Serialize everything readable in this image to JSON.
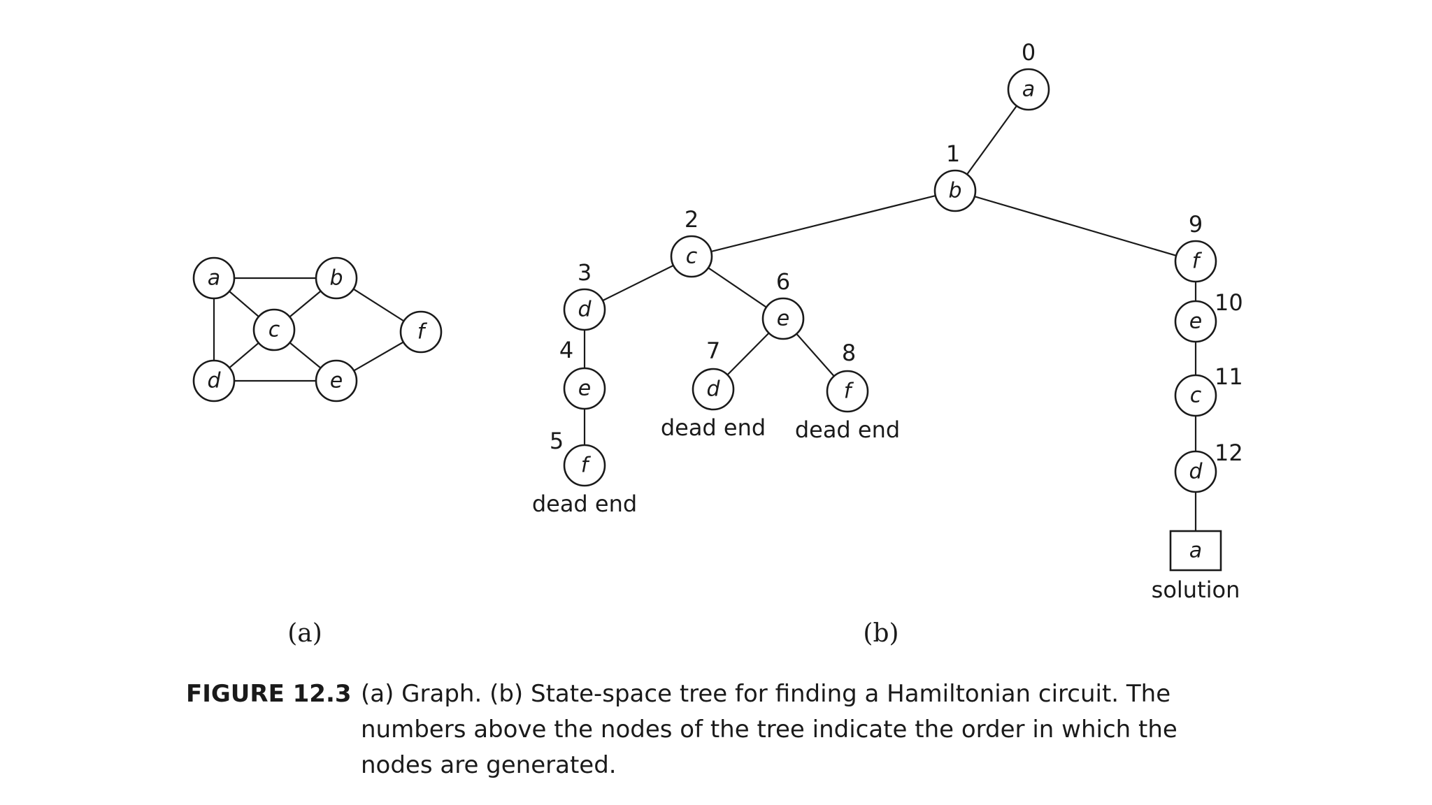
{
  "graph": {
    "panel_label": "(a)",
    "nodes": [
      {
        "id": "a",
        "label": "a"
      },
      {
        "id": "b",
        "label": "b"
      },
      {
        "id": "c",
        "label": "c"
      },
      {
        "id": "d",
        "label": "d"
      },
      {
        "id": "e",
        "label": "e"
      },
      {
        "id": "f",
        "label": "f"
      }
    ],
    "edges": [
      [
        "a",
        "b"
      ],
      [
        "a",
        "c"
      ],
      [
        "a",
        "d"
      ],
      [
        "b",
        "c"
      ],
      [
        "b",
        "f"
      ],
      [
        "c",
        "d"
      ],
      [
        "c",
        "e"
      ],
      [
        "d",
        "e"
      ],
      [
        "e",
        "f"
      ]
    ]
  },
  "tree": {
    "panel_label": "(b)",
    "nodes": [
      {
        "id": "t0",
        "label": "a",
        "order": "0",
        "parent": null
      },
      {
        "id": "t1",
        "label": "b",
        "order": "1",
        "parent": "t0"
      },
      {
        "id": "t2",
        "label": "c",
        "order": "2",
        "parent": "t1"
      },
      {
        "id": "t3",
        "label": "d",
        "order": "3",
        "parent": "t2"
      },
      {
        "id": "t4",
        "label": "e",
        "order": "4",
        "parent": "t3"
      },
      {
        "id": "t5",
        "label": "f",
        "order": "5",
        "parent": "t4",
        "note": "dead end"
      },
      {
        "id": "t6",
        "label": "e",
        "order": "6",
        "parent": "t2"
      },
      {
        "id": "t7",
        "label": "d",
        "order": "7",
        "parent": "t6",
        "note": "dead end"
      },
      {
        "id": "t8",
        "label": "f",
        "order": "8",
        "parent": "t6",
        "note": "dead end"
      },
      {
        "id": "t9",
        "label": "f",
        "order": "9",
        "parent": "t1"
      },
      {
        "id": "t10",
        "label": "e",
        "order": "10",
        "parent": "t9"
      },
      {
        "id": "t11",
        "label": "c",
        "order": "11",
        "parent": "t10"
      },
      {
        "id": "t12",
        "label": "d",
        "order": "12",
        "parent": "t11"
      },
      {
        "id": "t13",
        "label": "a",
        "order": null,
        "parent": "t12",
        "note": "solution",
        "shape": "square"
      }
    ]
  },
  "caption": {
    "label": "FIGURE 12.3",
    "lines": [
      "(a) Graph. (b) State-space tree for finding a Hamiltonian circuit. The",
      "numbers above the nodes of the tree indicate the order in which the",
      "nodes are generated."
    ]
  }
}
